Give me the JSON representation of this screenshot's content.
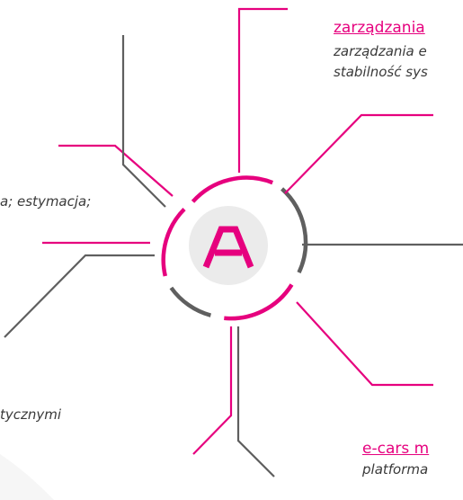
{
  "colors": {
    "accent": "#e6007e",
    "line_gray": "#5f5f5f",
    "text": "#3a3a3a",
    "logo_circle": "#ebebeb"
  },
  "logo": {
    "letter": "A"
  },
  "top_right": {
    "link": "zarządzania",
    "desc_line1": "zarządzania e",
    "desc_line2": "stabilność sys"
  },
  "left_middle": {
    "desc": "a; estymacja;"
  },
  "left_bottom": {
    "desc": "tycznymi"
  },
  "bottom_right": {
    "link": "e-cars m",
    "desc": "platforma"
  }
}
